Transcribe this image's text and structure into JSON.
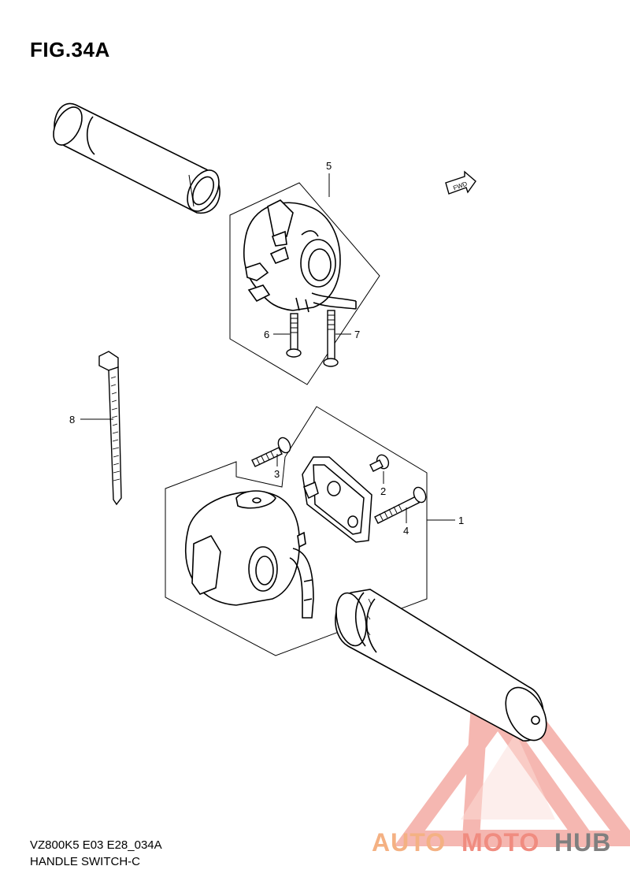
{
  "figure": {
    "title": "FIG.34A",
    "code": "VZ800K5 E03 E28_034A",
    "name": "HANDLE SWITCH-C",
    "fwd_label": "FWD"
  },
  "callouts": [
    "1",
    "2",
    "3",
    "4",
    "5",
    "6",
    "7",
    "8"
  ],
  "watermark": {
    "part1": "AUTO",
    "part2": "MOTO",
    "part3": "HUB",
    "color_auto": "#f4b183",
    "color_moto": "#f08c80",
    "color_hub": "#7f7f7f",
    "triangle_color": "#f2a097"
  }
}
